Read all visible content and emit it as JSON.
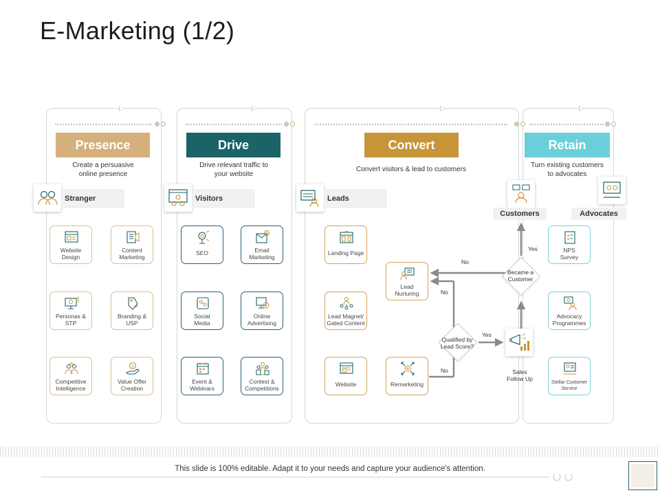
{
  "title": "E-Marketing (1/2)",
  "colors": {
    "presence": "#d5b07d",
    "drive": "#1a6369",
    "convert": "#c79438",
    "retain": "#6acfd8",
    "presence_border": "#dcbf91",
    "drive_border": "#2a5f78",
    "convert_border": "#d2a35a",
    "retain_border": "#7bcfd6"
  },
  "stages": [
    {
      "name": "Presence",
      "description": [
        "Create a persuasive",
        "online presence"
      ],
      "audience": "Stranger",
      "audience_icon": "two-people-icon",
      "cards": [
        {
          "label": [
            "Website",
            "Design"
          ],
          "icon": "website-design-icon"
        },
        {
          "label": [
            "Content",
            "Marketing"
          ],
          "icon": "content-marketing-icon"
        },
        {
          "label": [
            "Personas &",
            "STP"
          ],
          "icon": "personas-icon"
        },
        {
          "label": [
            "Branding &",
            "USP"
          ],
          "icon": "branding-icon"
        },
        {
          "label": [
            "Competitive",
            "Intelligence"
          ],
          "icon": "competitive-intelligence-icon"
        },
        {
          "label": [
            "Value Offer",
            "Creation"
          ],
          "icon": "value-offer-icon"
        }
      ]
    },
    {
      "name": "Drive",
      "description": [
        "Drive relevant traffic to",
        "your website"
      ],
      "audience": "Visitors",
      "audience_icon": "browser-people-icon",
      "cards": [
        {
          "label": [
            "SEO"
          ],
          "icon": "seo-icon"
        },
        {
          "label": [
            "Email",
            "Marketing"
          ],
          "icon": "email-marketing-icon"
        },
        {
          "label": [
            "Social",
            "Media"
          ],
          "icon": "social-media-icon"
        },
        {
          "label": [
            "Online",
            "Advertising"
          ],
          "icon": "online-advertising-icon"
        },
        {
          "label": [
            "Event &",
            "Webinars"
          ],
          "icon": "calendar-icon"
        },
        {
          "label": [
            "Contest &",
            "Competitions"
          ],
          "icon": "contest-icon"
        }
      ]
    },
    {
      "name": "Convert",
      "description": [
        "Convert visitors & lead to customers"
      ],
      "audience": "Leads",
      "audience_icon": "leads-icon",
      "cards": [
        {
          "label": [
            "Landing Page"
          ],
          "icon": "landing-page-icon"
        },
        {
          "label": [
            "Lead Magnet/",
            "Gated Content"
          ],
          "icon": "lead-magnet-icon"
        },
        {
          "label": [
            "Website"
          ],
          "icon": "website-icon"
        },
        {
          "label": [
            "Lead",
            "Nurturing"
          ],
          "icon": "lead-nurturing-icon"
        },
        {
          "label": [
            "Remarketing"
          ],
          "icon": "remarketing-icon"
        }
      ],
      "flow": {
        "qualified": [
          "Qualified by",
          "Lead Score?"
        ],
        "became": [
          "Became a",
          "Customer"
        ],
        "sales": [
          "Sales",
          "Follow Up"
        ],
        "yes": "Yes",
        "no": "No"
      }
    },
    {
      "name": "Retain",
      "description": [
        "Turn existing customers",
        "to advocates"
      ],
      "audiences": [
        "Customers",
        "Advocates"
      ],
      "cards": [
        {
          "label": [
            "NPS",
            "Survey"
          ],
          "icon": "survey-icon"
        },
        {
          "label": [
            "Advocacy",
            "Programmes"
          ],
          "icon": "advocacy-icon"
        },
        {
          "label": [
            "Stellar Customer",
            "Service"
          ],
          "icon": "customer-service-icon"
        }
      ]
    }
  ],
  "footer": "This slide is 100% editable. Adapt it to your needs and capture your audience's attention."
}
